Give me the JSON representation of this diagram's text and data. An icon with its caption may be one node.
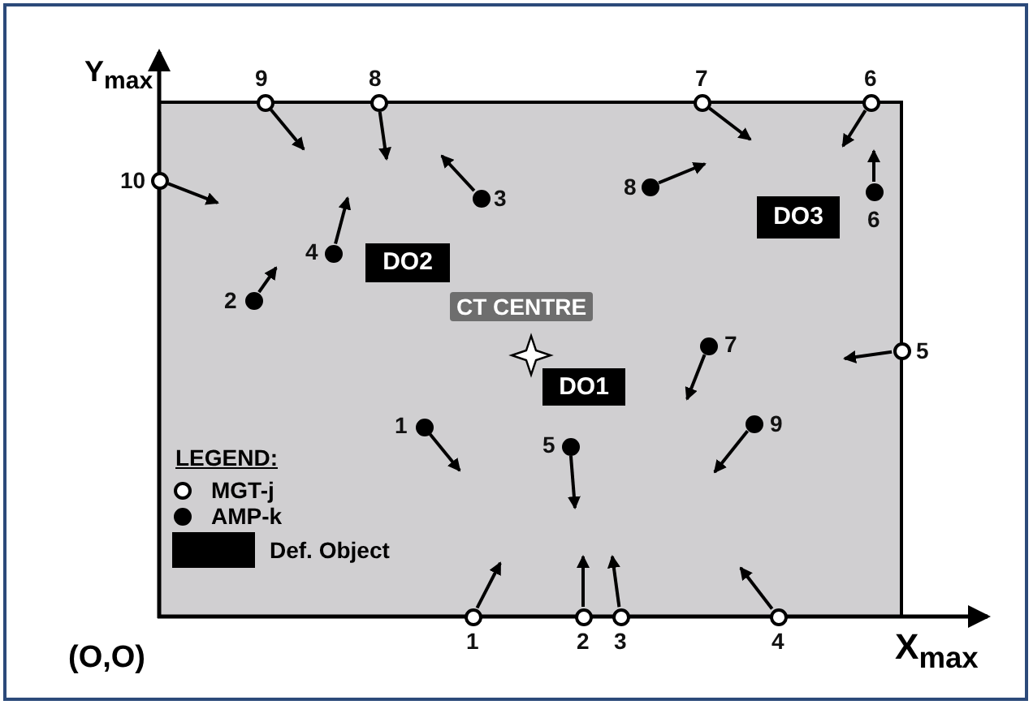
{
  "diagram": {
    "nodes": [
      {
        "text": [],
        "shape": "circle",
        "beside": [
          "9"
        ]
      },
      {
        "text": [],
        "shape": "circle",
        "beside": [
          "8"
        ]
      },
      {
        "text": [],
        "shape": "circle",
        "beside": [
          "7"
        ]
      },
      {
        "text": [],
        "shape": "circle",
        "beside": [
          "6"
        ]
      },
      {
        "text": [],
        "shape": "circle",
        "beside": [
          "10"
        ]
      },
      {
        "text": [],
        "shape": "dot",
        "beside": [
          "8"
        ]
      },
      {
        "text": [],
        "shape": "dot",
        "beside": [
          "6"
        ]
      },
      {
        "text": [],
        "shape": "dot",
        "beside": [
          "3"
        ]
      },
      {
        "text": [],
        "shape": "dot",
        "beside": [
          "4"
        ]
      },
      {
        "text": [
          "DO2"
        ]
      },
      {
        "text": [
          "DO3"
        ]
      },
      {
        "text": [],
        "shape": "dot",
        "beside": [
          "2"
        ]
      },
      {
        "text": [],
        "shape": "circle",
        "beside": [
          "5"
        ]
      },
      {
        "text": [],
        "shape": "dot",
        "beside": [
          "7"
        ]
      },
      {
        "text": [
          "DO1"
        ]
      },
      {
        "text": [],
        "shape": "dot",
        "beside": [
          "1"
        ]
      },
      {
        "text": [],
        "shape": "dot",
        "beside": [
          "9"
        ]
      },
      {
        "text": [],
        "shape": "dot",
        "beside": [
          "5"
        ]
      },
      {
        "text": [],
        "shape": "circle",
        "beside": [
          "1"
        ]
      },
      {
        "text": [],
        "shape": "circle",
        "beside": [
          "2"
        ]
      },
      {
        "text": [],
        "shape": "circle",
        "beside": [
          "3"
        ]
      },
      {
        "text": [],
        "shape": "circle",
        "beside": [
          "4"
        ]
      }
    ],
    "edges": [
      {
        "from": 0,
        "to": null,
        "arrow": "to"
      },
      {
        "from": 1,
        "to": null,
        "arrow": "to"
      },
      {
        "from": 2,
        "to": null,
        "arrow": "to"
      },
      {
        "from": 3,
        "to": null,
        "arrow": "to"
      },
      {
        "from": 4,
        "to": null,
        "arrow": "to"
      },
      {
        "from": 5,
        "to": null,
        "arrow": "to"
      },
      {
        "from": 6,
        "to": null,
        "arrow": "to"
      },
      {
        "from": 7,
        "to": null,
        "arrow": "to"
      },
      {
        "from": 8,
        "to": null,
        "arrow": "to"
      },
      {
        "from": 11,
        "to": null,
        "arrow": "to"
      },
      {
        "from": 12,
        "to": null,
        "arrow": "to"
      },
      {
        "from": 13,
        "to": null,
        "arrow": "to"
      },
      {
        "from": 15,
        "to": null,
        "arrow": "to"
      },
      {
        "from": 16,
        "to": null,
        "arrow": "to"
      },
      {
        "from": 17,
        "to": null,
        "arrow": "to"
      },
      {
        "from": 18,
        "to": null,
        "arrow": "to"
      },
      {
        "from": 19,
        "to": null,
        "arrow": "to"
      },
      {
        "from": 20,
        "to": null,
        "arrow": "to"
      },
      {
        "from": 21,
        "to": null,
        "arrow": "to"
      }
    ],
    "labels": [
      "Y$_{max}$",
      "CT CENTRE",
      "LEGEND:",
      "(O,O)",
      "X$_{max}$"
    ],
    "legend": [
      {
        "text": "MGT-j"
      },
      {
        "text": "AMP-k"
      },
      {
        "text": "Def. Object",
        "color": "#000000"
      }
    ]
  }
}
